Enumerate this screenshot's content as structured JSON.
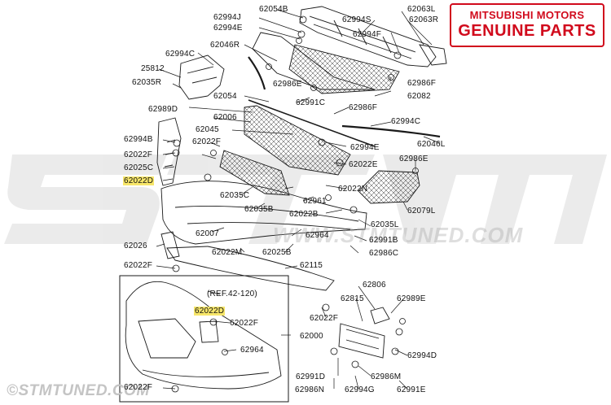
{
  "brand": {
    "line1": "MITSUBISHI MOTORS",
    "line2": "GENUINE PARTS",
    "color": "#d10a1c"
  },
  "watermark": {
    "url": "WWW.STMTUNED.COM",
    "copyright": "©STMTUNED.COM",
    "logo": "stm-logo"
  },
  "reference_note": "(REF.42-120)",
  "highlight_color": "#f7e66a",
  "labels": {
    "p62054B": "62054B",
    "p62063L": "62063L",
    "p62994J": "62994J",
    "p62994S": "62994S",
    "p62063R": "62063R",
    "p62994E_a": "62994E",
    "p62994F_a": "62994F",
    "p62046R": "62046R",
    "p62994C_a": "62994C",
    "p25812": "25812",
    "p62035R": "62035R",
    "p62986F_a": "62986F",
    "p62986E_a": "62986E",
    "p62054": "62054",
    "p62991C": "62991C",
    "p62082": "62082",
    "p62989D": "62989D",
    "p62986F_b": "62986F",
    "p62006": "62006",
    "p62994C_b": "62994C",
    "p62045": "62045",
    "p62994E_b": "62994E",
    "p62046L": "62046L",
    "p62994B": "62994B",
    "p62022F_a": "62022F",
    "p62022F_b": "62022F",
    "p62986E_b": "62986E",
    "p62022E": "62022E",
    "p62025C": "62025C",
    "p62022D_a": "62022D",
    "p62022N": "62022N",
    "p62035C": "62035C",
    "p62961": "62961",
    "p62079L": "62079L",
    "p62035B": "62035B",
    "p62022B": "62022B",
    "p62035L": "62035L",
    "p62007": "62007",
    "p62964_a": "62964",
    "p62991B": "62991B",
    "p62026": "62026",
    "p62022M": "62022M",
    "p62025B": "62025B",
    "p62986C": "62986C",
    "p62022F_c": "62022F",
    "p62115": "62115",
    "p62806": "62806",
    "p62815": "62815",
    "p62989E": "62989E",
    "p62022D_b": "62022D",
    "p62022F_d": "62022F",
    "p62022F_e": "62022F",
    "p62000": "62000",
    "p62964_b": "62964",
    "p62994D": "62994D",
    "p62991D": "62991D",
    "p62986M": "62986M",
    "p62022F_f": "62022F",
    "p62986N": "62986N",
    "p62994G": "62994G",
    "p62991E": "62991E"
  }
}
